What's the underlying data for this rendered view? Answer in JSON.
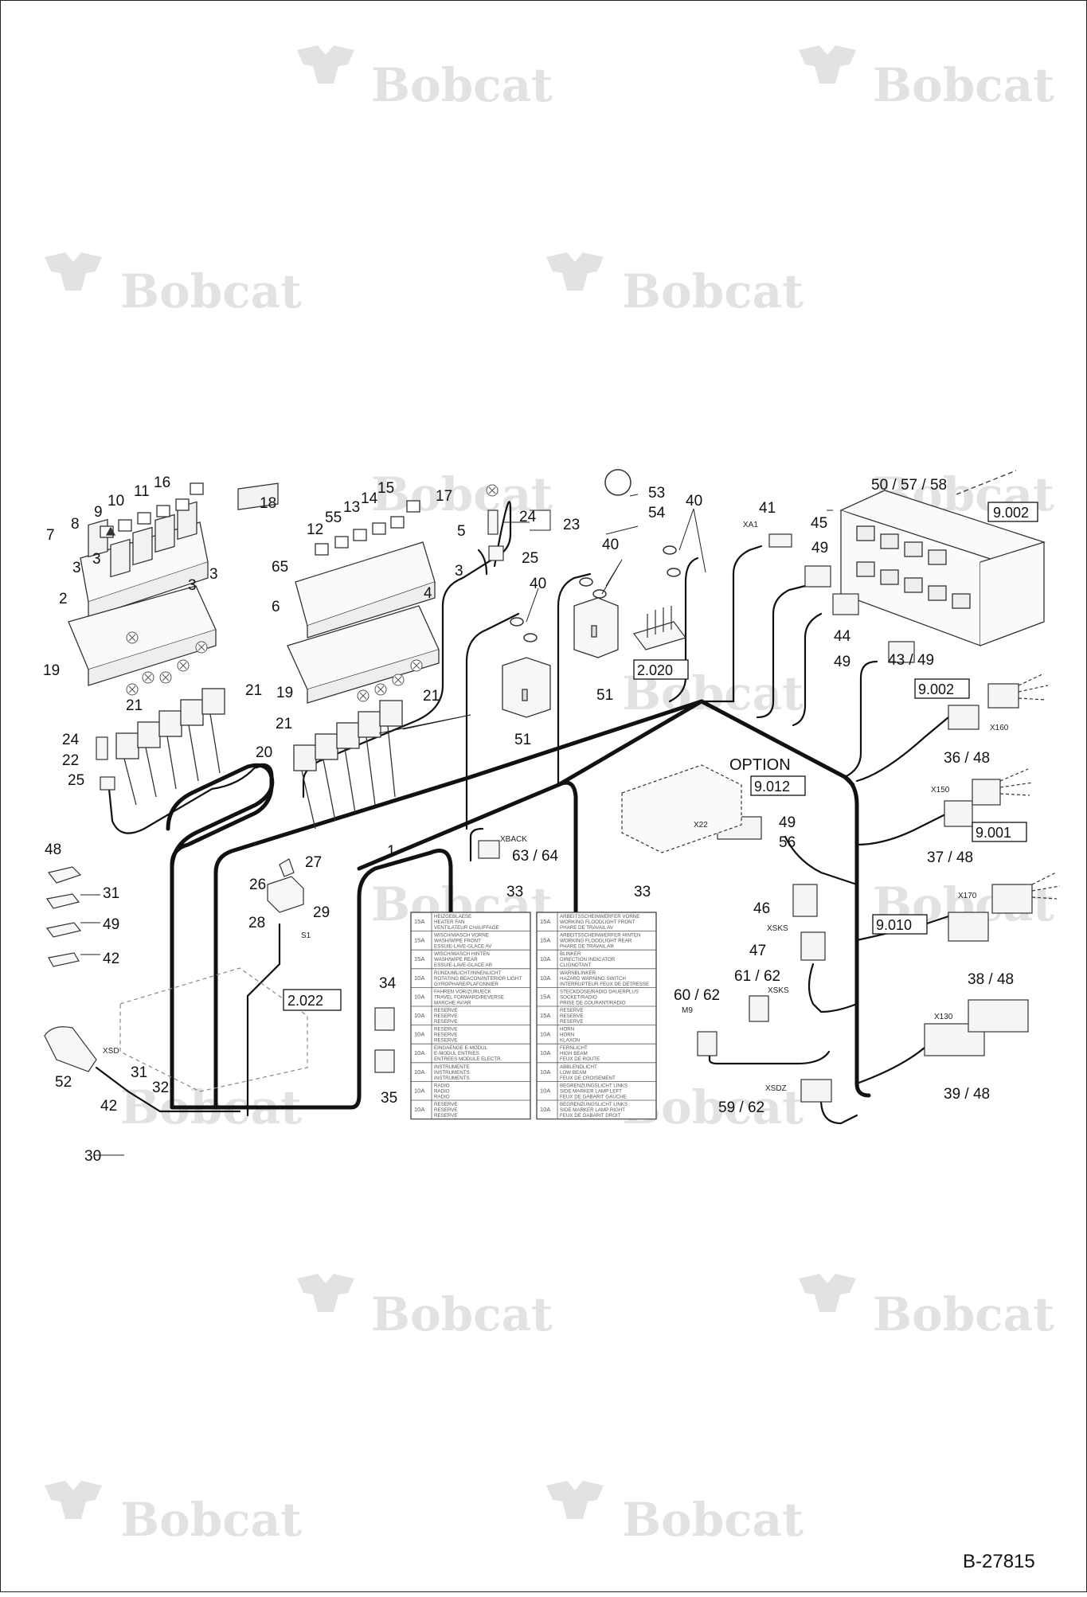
{
  "brand_watermark": "Bobcat",
  "drawing_number": "B-27815",
  "option_label": "OPTION",
  "reference_boxes": [
    "9.002",
    "9.002",
    "9.012",
    "9.001",
    "9.010",
    "2.020",
    "2.022"
  ],
  "connector_tags": {
    "xa1": "XA1",
    "x160": "X160",
    "x150": "X150",
    "x22": "X22",
    "xback": "XBACK",
    "s1": "S1",
    "xsks_a": "XSKS",
    "xsks_b": "XSKS",
    "m9": "M9",
    "x170": "X170",
    "x130": "X130",
    "xsdz": "XSDZ",
    "xsd": "XSD"
  },
  "callouts": {
    "c1": "1",
    "c2": "2",
    "c3a": "3",
    "c3b": "3",
    "c3c": "3",
    "c3d": "3",
    "c3e": "3",
    "c4": "4",
    "c5": "5",
    "c6": "6",
    "c7": "7",
    "c8": "8",
    "c9": "9",
    "c10": "10",
    "c11": "11",
    "c12": "12",
    "c13": "13",
    "c14": "14",
    "c15": "15",
    "c16": "16",
    "c17": "17",
    "c18": "18",
    "c19a": "19",
    "c19b": "19",
    "c20": "20",
    "c21a": "21",
    "c21b": "21",
    "c21c": "21",
    "c21d": "21",
    "c22": "22",
    "c23": "23",
    "c24a": "24",
    "c24b": "24",
    "c25a": "25",
    "c25b": "25",
    "c26": "26",
    "c27": "27",
    "c28": "28",
    "c29": "29",
    "c30": "30",
    "c31a": "31",
    "c31b": "31",
    "c32": "32",
    "c33a": "33",
    "c33b": "33",
    "c34": "34",
    "c35": "35",
    "c3648": "36 / 48",
    "c3748": "37 / 48",
    "c3848": "38 / 48",
    "c3948": "39 / 48",
    "c40a": "40",
    "c40b": "40",
    "c40c": "40",
    "c41": "41",
    "c42a": "42",
    "c42b": "42",
    "c4349": "43 / 49",
    "c44": "44",
    "c45": "45",
    "c46": "46",
    "c47": "47",
    "c48": "48",
    "c49a": "49",
    "c49b": "49",
    "c49c": "49",
    "c49d": "49",
    "c505758": "50 / 57 / 58",
    "c51a": "51",
    "c51b": "51",
    "c52": "52",
    "c53": "53",
    "c54": "54",
    "c55": "55",
    "c56": "56",
    "c5962": "59 / 62",
    "c6062": "60 / 62",
    "c6162": "61 / 62",
    "c6364": "63 / 64",
    "c65": "65"
  },
  "fuse_labels_left": [
    {
      "amp": "15A",
      "lines": [
        "HEIZGEBLAESE",
        "HEATER FAN",
        "VENTILATEUR CHAUFFAGE"
      ]
    },
    {
      "amp": "15A",
      "lines": [
        "WISCH/WASCH VORNE",
        "WASH/WIPE FRONT",
        "ESSUIE-LAVE-GLACE AV"
      ]
    },
    {
      "amp": "15A",
      "lines": [
        "WISCH/WASCH HINTEN",
        "WASH/WIPE REAR",
        "ESSUIE-LAVE-GLACE AR"
      ]
    },
    {
      "amp": "10A",
      "lines": [
        "RUNDUMLICHT/INNENLICHT",
        "ROTATING BEACON/INTERIOR LIGHT",
        "GYROPHARE/PLAFONNIER"
      ]
    },
    {
      "amp": "10A",
      "lines": [
        "FAHREN VOR/ZURUECK",
        "TRAVEL FORWARD/REVERSE",
        "MARCHE AV/AR"
      ]
    },
    {
      "amp": "10A",
      "lines": [
        "RESERVE",
        "RESERVE",
        "RESERVE"
      ]
    },
    {
      "amp": "10A",
      "lines": [
        "RESERVE",
        "RESERVE",
        "RESERVE"
      ]
    },
    {
      "amp": "10A",
      "lines": [
        "EINGAENGE E-MODUL",
        "E-MODUL ENTRIES",
        "ENTREES MODULE ELECTR."
      ]
    },
    {
      "amp": "10A",
      "lines": [
        "INSTRUMENTE",
        "INSTRUMENTS",
        "INSTRUMENTS"
      ]
    },
    {
      "amp": "10A",
      "lines": [
        "RADIO",
        "RADIO",
        "RADIO"
      ]
    },
    {
      "amp": "10A",
      "lines": [
        "RESERVE",
        "RESERVE",
        "RESERVE"
      ]
    }
  ],
  "fuse_labels_right": [
    {
      "amp": "15A",
      "lines": [
        "ARBEITSSCHEINWERFER VORNE",
        "WORKING FLOODLIGHT FRONT",
        "PHARE DE TRAVAIL AV"
      ]
    },
    {
      "amp": "15A",
      "lines": [
        "ARBEITSSCHEINWERFER HINTEN",
        "WORKING FLOODLIGHT REAR",
        "PHARE DE TRAVAIL AR"
      ]
    },
    {
      "amp": "10A",
      "lines": [
        "BLINKER",
        "DIRECTION INDICATOR",
        "CLIGNOTANT"
      ]
    },
    {
      "amp": "10A",
      "lines": [
        "WARNBLINKER",
        "HAZARD WARNING SWITCH",
        "INTERRUPTEUR FEUX DE DETRESSE"
      ]
    },
    {
      "amp": "15A",
      "lines": [
        "STECKDOSE/RADIO DAUERPLUS",
        "SOCKET/RADIO",
        "PRISE DE COURANT/RADIO"
      ]
    },
    {
      "amp": "15A",
      "lines": [
        "RESERVE",
        "RESERVE",
        "RESERVE"
      ]
    },
    {
      "amp": "10A",
      "lines": [
        "HORN",
        "HORN",
        "KLAXON"
      ]
    },
    {
      "amp": "10A",
      "lines": [
        "FERNLICHT",
        "HIGH BEAM",
        "FEUX DE ROUTE"
      ]
    },
    {
      "amp": "10A",
      "lines": [
        "ABBLENDLICHT",
        "LOW BEAM",
        "FEUX DE CROISEMENT"
      ]
    },
    {
      "amp": "10A",
      "lines": [
        "BEGRENZUNGSLICHT LINKS",
        "SIDE MARKER LAMP LEFT",
        "FEUX DE GABARIT GAUCHE"
      ]
    },
    {
      "amp": "10A",
      "lines": [
        "BEGRENZUNGSLICHT LINKS",
        "SIDE MARKER LAMP RIGHT",
        "FEUX DE GABARIT DROIT"
      ]
    }
  ]
}
